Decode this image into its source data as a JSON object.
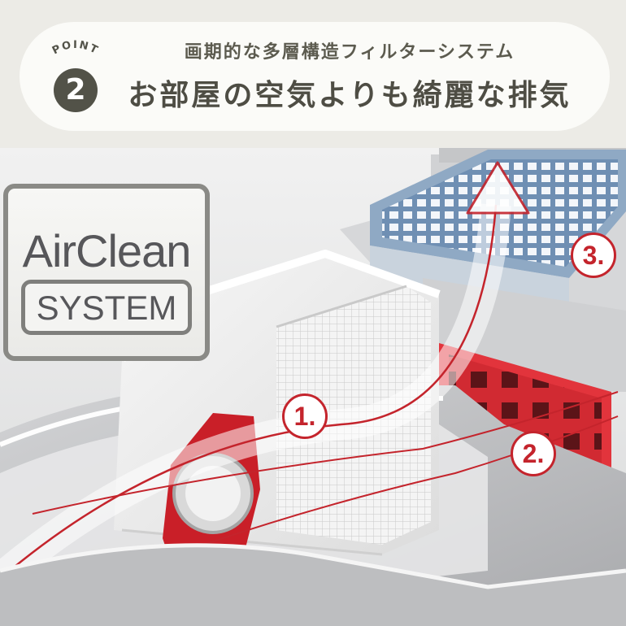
{
  "banner": {
    "point_label": "POINT",
    "point_number": "2",
    "subtitle": "画期的な多層構造フィルターシステム",
    "headline": "お部屋の空気よりも綺麗な排気"
  },
  "logo": {
    "word": "AirClean",
    "system": "SYSTEM"
  },
  "steps": [
    {
      "label": "1."
    },
    {
      "label": "2."
    },
    {
      "label": "3."
    }
  ],
  "colors": {
    "banner_bg": "#ecebe6",
    "pill_bg": "#fbfbf8",
    "badge_circle": "#525248",
    "text": "#4e4d44",
    "accent_red": "#c4242c",
    "hepa_blue": "#8fa9c4"
  }
}
